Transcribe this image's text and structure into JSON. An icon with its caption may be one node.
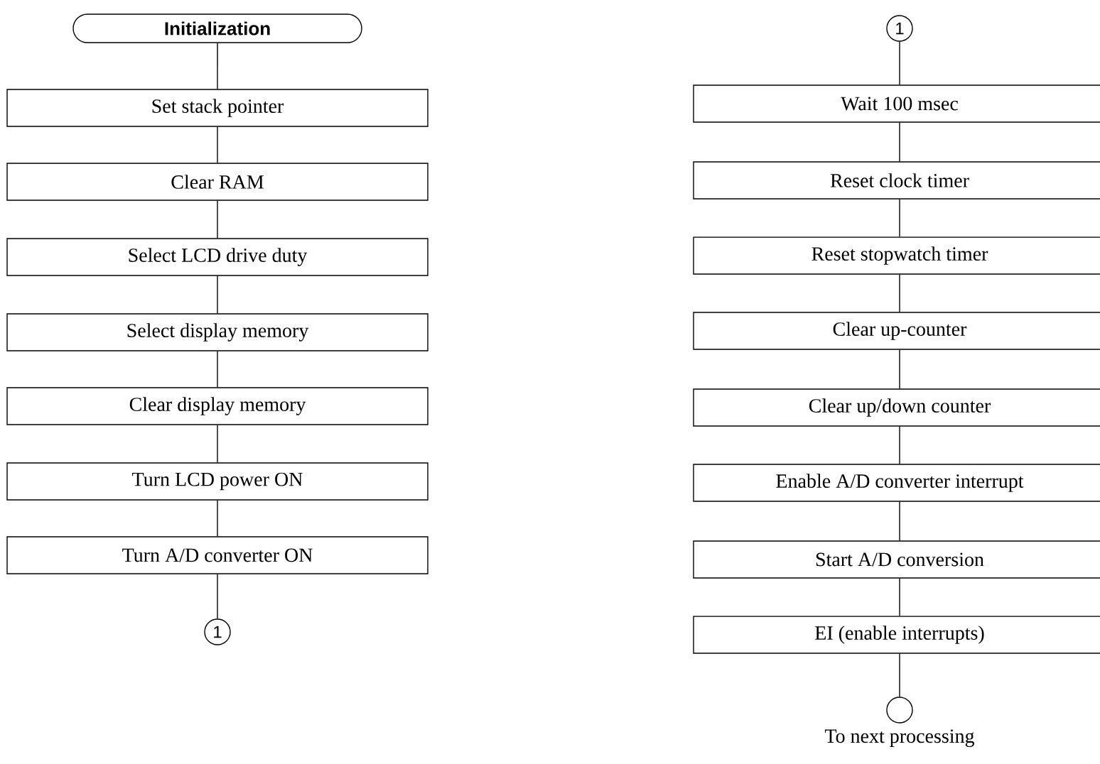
{
  "diagram": {
    "nodes": [
      {
        "text": [
          "Initialization"
        ]
      },
      {
        "text": [
          "Set stack pointer"
        ]
      },
      {
        "text": [
          "Clear RAM"
        ]
      },
      {
        "text": [
          "Select LCD drive duty"
        ]
      },
      {
        "text": [
          "Select display memory"
        ]
      },
      {
        "text": [
          "Clear display memory"
        ]
      },
      {
        "text": [
          "Turn LCD power ON"
        ]
      },
      {
        "text": [
          "Turn A/D converter ON"
        ]
      },
      {
        "text": [
          "1"
        ]
      },
      {
        "text": [
          "1"
        ]
      },
      {
        "text": [
          "Wait 100 msec"
        ]
      },
      {
        "text": [
          "Reset clock timer"
        ]
      },
      {
        "text": [
          "Reset stopwatch timer"
        ]
      },
      {
        "text": [
          "Clear up-counter"
        ]
      },
      {
        "text": [
          "Clear up/down counter"
        ]
      },
      {
        "text": [
          "Enable A/D converter interrupt"
        ]
      },
      {
        "text": [
          "Start A/D conversion"
        ]
      },
      {
        "text": [
          "EI (enable interrupts)"
        ]
      },
      {
        "text": [],
        "shape": "circle",
        "beside": [
          "To next processing"
        ]
      }
    ],
    "edges": [
      {
        "from": 0,
        "to": 1,
        "arrow": "none"
      },
      {
        "from": 1,
        "to": 2,
        "arrow": "none"
      },
      {
        "from": 2,
        "to": 3,
        "arrow": "none"
      },
      {
        "from": 3,
        "to": 4,
        "arrow": "none"
      },
      {
        "from": 4,
        "to": 5,
        "arrow": "none"
      },
      {
        "from": 5,
        "to": 6,
        "arrow": "none"
      },
      {
        "from": 6,
        "to": 7,
        "arrow": "none"
      },
      {
        "from": 7,
        "to": 8,
        "arrow": "none"
      },
      {
        "from": 9,
        "to": 10,
        "arrow": "none"
      },
      {
        "from": 10,
        "to": 11,
        "arrow": "none"
      },
      {
        "from": 11,
        "to": 12,
        "arrow": "none"
      },
      {
        "from": 12,
        "to": 13,
        "arrow": "none"
      },
      {
        "from": 13,
        "to": 14,
        "arrow": "none"
      },
      {
        "from": 14,
        "to": 15,
        "arrow": "none"
      },
      {
        "from": 15,
        "to": 16,
        "arrow": "none"
      },
      {
        "from": 16,
        "to": 17,
        "arrow": "none"
      },
      {
        "from": 17,
        "to": 18,
        "arrow": "none"
      }
    ]
  }
}
